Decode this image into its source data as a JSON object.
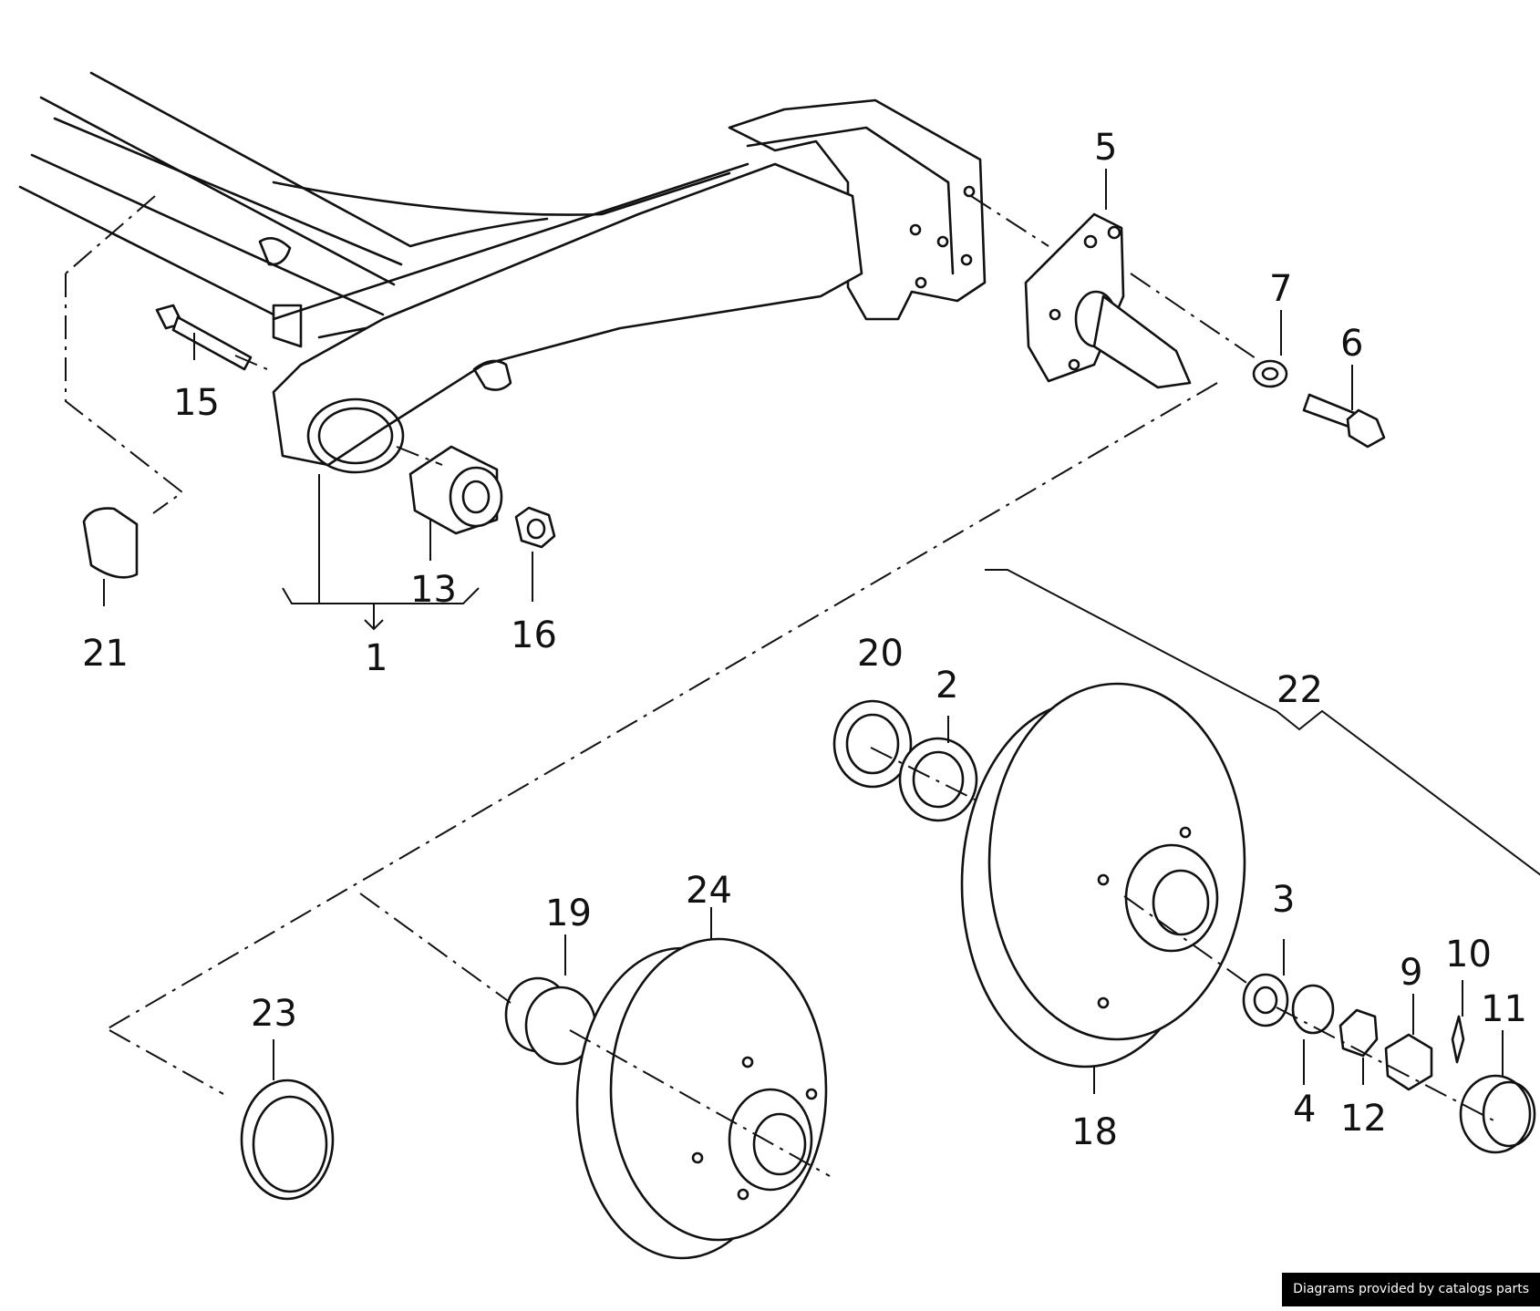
{
  "diagram": {
    "callouts": {
      "n1": "1",
      "n2": "2",
      "n3": "3",
      "n4": "4",
      "n5": "5",
      "n6": "6",
      "n7": "7",
      "n9": "9",
      "n10": "10",
      "n11": "11",
      "n12": "12",
      "n13": "13",
      "n15": "15",
      "n16": "16",
      "n18": "18",
      "n19": "19",
      "n20": "20",
      "n21": "21",
      "n22": "22",
      "n23": "23",
      "n24": "24"
    }
  },
  "footer": {
    "credit": "Diagrams provided by catalogs parts"
  }
}
